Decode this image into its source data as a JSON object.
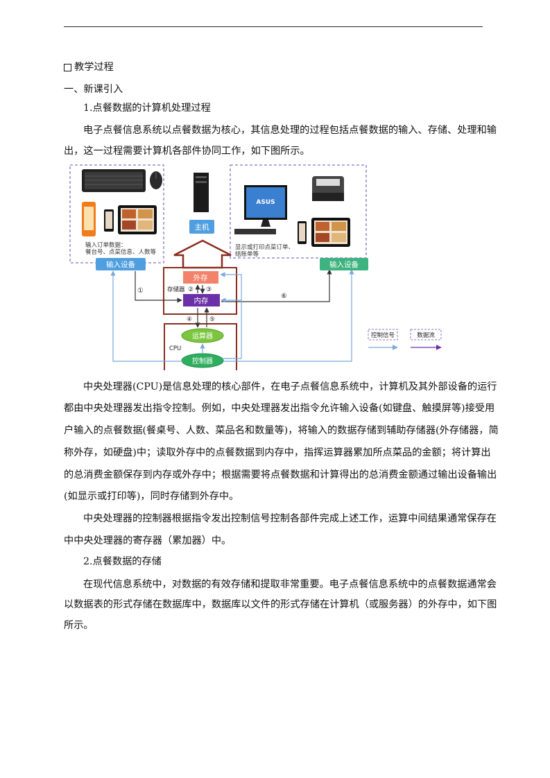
{
  "section_heading": "教学过程",
  "subheading_1": "一、新课引入",
  "item_1_title": "1.点餐数据的计算机处理过程",
  "para1": [
    "电子点餐信息系统以点餐数据为核心，其信息处理的过程包括点餐数据的输入、存储、处理和输",
    "出，这一过程需要计算机各部件协同工作，如下图所示。"
  ],
  "figure": {
    "input_desc": [
      "输入订单数据：",
      "餐台号、点菜信息、人数等"
    ],
    "output_desc": [
      "显示或打印点菜订单、",
      "结账单等"
    ],
    "host_label": "主机",
    "input_device": "输入设备",
    "output_device": "输入设备",
    "external_storage": "外存",
    "memory": "内存",
    "storage_label": "存储器",
    "alu": "运算器",
    "controller": "控制器",
    "cpu_label": "CPU",
    "step_1": "①",
    "step_2": "②",
    "step_3": "③",
    "step_4": "④",
    "step_5": "⑤",
    "step_6": "⑥",
    "legend_control": "控制信号",
    "legend_data": "数据流",
    "brand_text": "ASUS",
    "colors": {
      "blue_button": "#4f9fe0",
      "green_button": "#3fb37f",
      "orange_box": "#f3826b",
      "purple_box": "#6b2fa8",
      "pill_green": "#7cc63e",
      "frame_brown": "#8a2c1e",
      "dashed_purple": "#8870c8",
      "control_line": "#7aa8dc",
      "data_line": "#333333"
    }
  },
  "para2": [
    "中央处理器(CPU)是信息处理的核心部件，在电子点餐信息系统中，计算机及其外部设备的运行",
    "都由中央处理器发出指令控制。例如，中央处理器发出指令允许输入设备(如键盘、触摸屏等)接受用",
    "户输入的点餐数据(餐桌号、人数、菜品名和数量等)，将输入的数据存储到辅助存储器(外存储器，简",
    "称外存，如硬盘)中；读取外存中的点餐数据到内存中，指挥运算器累加所点菜品的金额；将计算出",
    "的总消费金额保存到内存或外存中；根据需要将点餐数据和计算得出的总消费金额通过输出设备输出",
    "(如显示或打印等)，同时存储到外存中。"
  ],
  "para3": [
    "中央处理器的控制器根据指令发出控制信号控制各部件完成上述工作，运算中间结果通常保存在",
    "中中央处理器的寄存器（累加器）中。"
  ],
  "item_2_title": "2.点餐数据的存储",
  "para4": [
    "在现代信息系统中，对数据的有效存储和提取非常重要。电子点餐信息系统中的点餐数据通常会",
    "以数据表的形式存储在数据库中，数据库以文件的形式存储在计算机（或服务器）的外存中，如下图",
    "所示。"
  ]
}
